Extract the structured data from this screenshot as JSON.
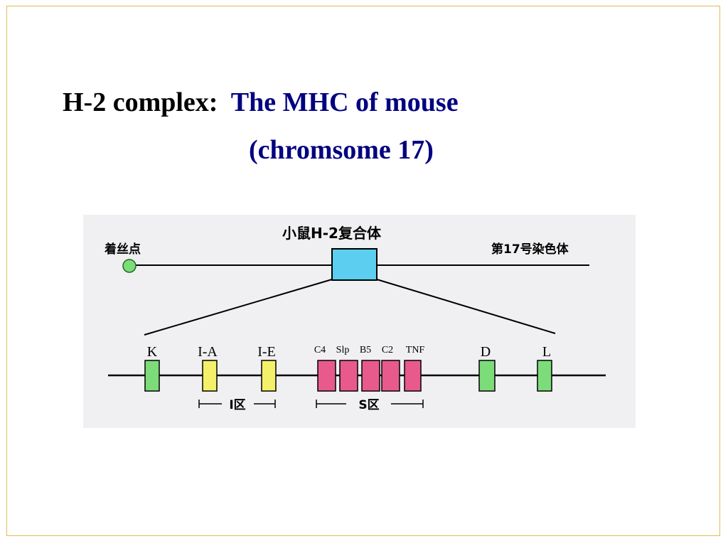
{
  "title": {
    "prefix": "H-2 complex:",
    "main": "The MHC of mouse",
    "sub": "(chromsome 17)"
  },
  "diagram": {
    "complex_label": "小鼠H-2复合体",
    "centromere_label": "着丝点",
    "chromosome_label": "第17号染色体",
    "genes": [
      {
        "label": "K",
        "color": "#7ddc7a"
      },
      {
        "label": "I-A",
        "color": "#f4f06a"
      },
      {
        "label": "I-E",
        "color": "#f4f06a"
      },
      {
        "label": "C4",
        "color": "#e85a8c"
      },
      {
        "label": "Slp",
        "color": "#e85a8c"
      },
      {
        "label": "B5",
        "color": "#e85a8c"
      },
      {
        "label": "C2",
        "color": "#e85a8c"
      },
      {
        "label": "TNF",
        "color": "#e85a8c"
      },
      {
        "label": "D",
        "color": "#7ddc7a"
      },
      {
        "label": "L",
        "color": "#7ddc7a"
      }
    ],
    "region_I": "I区",
    "region_S": "S区",
    "colors": {
      "background": "#f0f0f2",
      "complex_box": "#5ccff0",
      "centromere": "#7ddc7a",
      "line": "#000000"
    }
  }
}
